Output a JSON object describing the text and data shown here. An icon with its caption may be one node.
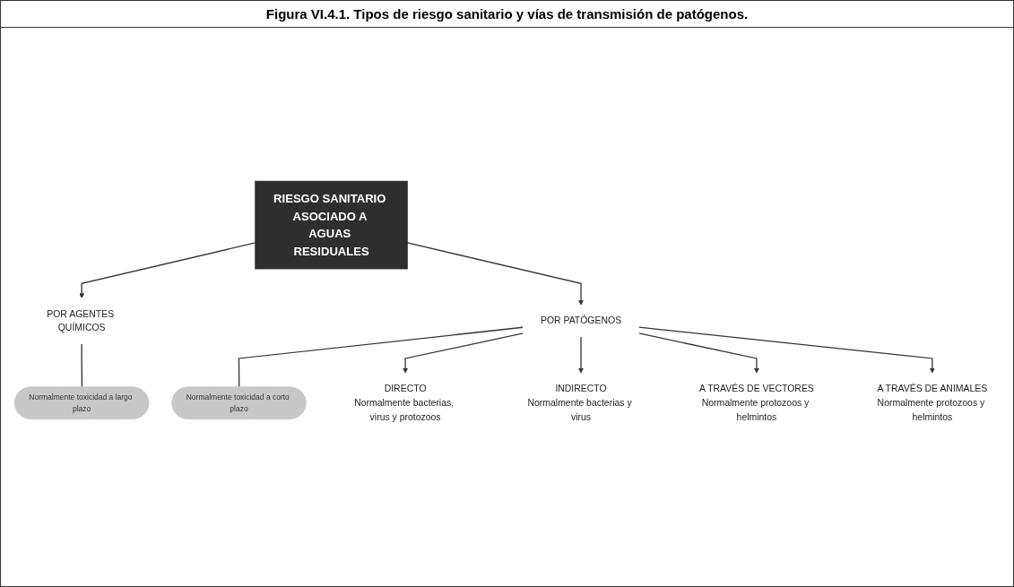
{
  "diagram": {
    "title": "Figura VI.4.1. Tipos de riesgo sanitario y vías de transmisión de patógenos.",
    "nodes": [
      {
        "text": [
          "RIESGO SANITARIO ASOCIADO A AGUAS RESIDUALES"
        ]
      },
      {
        "text": [
          "POR AGENTES QUÍMICOS"
        ]
      },
      {
        "text": [
          "Normalmente toxicidad a largo plazo"
        ]
      },
      {
        "text": [
          "POR PATÓGENOS"
        ]
      },
      {
        "text": [
          "Normalmente toxicidad a corto plazo"
        ]
      },
      {
        "text": [
          "DIRECTO",
          "Normalmente bacterias, virus y protozoos"
        ]
      },
      {
        "text": [
          "INDIRECTO",
          "Normalmente bacterias y virus"
        ]
      },
      {
        "text": [
          "A TRAVÉS DE VECTORES",
          "Normalmente protozoos y helmintos"
        ]
      },
      {
        "text": [
          "A TRAVÉS DE ANIMALES",
          "Normalmente protozoos y helmintos"
        ]
      }
    ],
    "edges": [
      {
        "from": 0,
        "to": 1,
        "arrow": "to"
      },
      {
        "from": 1,
        "to": 2,
        "arrow": "none"
      },
      {
        "from": 0,
        "to": 3,
        "arrow": "to"
      },
      {
        "from": 3,
        "to": 4,
        "arrow": "none"
      },
      {
        "from": 3,
        "to": 5,
        "arrow": "to"
      },
      {
        "from": 3,
        "to": 6,
        "arrow": "to"
      },
      {
        "from": 3,
        "to": 7,
        "arrow": "to"
      },
      {
        "from": 3,
        "to": 8,
        "arrow": "to"
      }
    ]
  }
}
